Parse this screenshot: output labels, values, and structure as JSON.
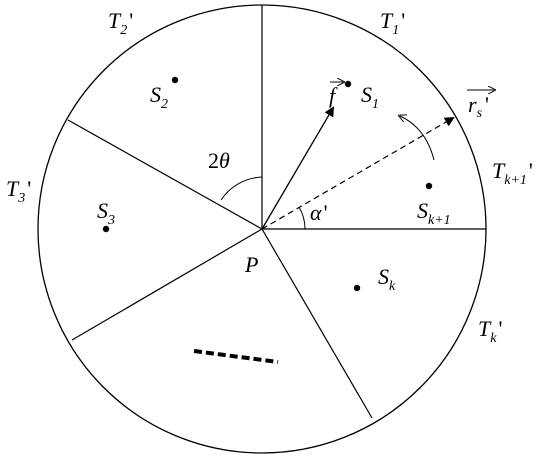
{
  "center_label": "P",
  "regions": {
    "t1": {
      "base": "T",
      "sub": "1",
      "prime": "'"
    },
    "t2": {
      "base": "T",
      "sub": "2",
      "prime": "'"
    },
    "t3": {
      "base": "T",
      "sub": "3",
      "prime": "'"
    },
    "tk": {
      "base": "T",
      "sub": "k",
      "prime": "'"
    },
    "tk1": {
      "base": "T",
      "sub": "k+1",
      "prime": "'"
    }
  },
  "points": {
    "s1": {
      "base": "S",
      "sub": "1"
    },
    "s2": {
      "base": "S",
      "sub": "2"
    },
    "s3": {
      "base": "S",
      "sub": "3"
    },
    "sk": {
      "base": "S",
      "sub": "k"
    },
    "sk1": {
      "base": "S",
      "sub": "k+1"
    }
  },
  "vectors": {
    "f": {
      "base": "f"
    },
    "rs": {
      "base": "r",
      "sub": "s",
      "prime": "'"
    }
  },
  "angles": {
    "two_theta": {
      "num": "2",
      "sym": "θ"
    },
    "alpha": {
      "sym": "α",
      "prime": "'"
    }
  }
}
